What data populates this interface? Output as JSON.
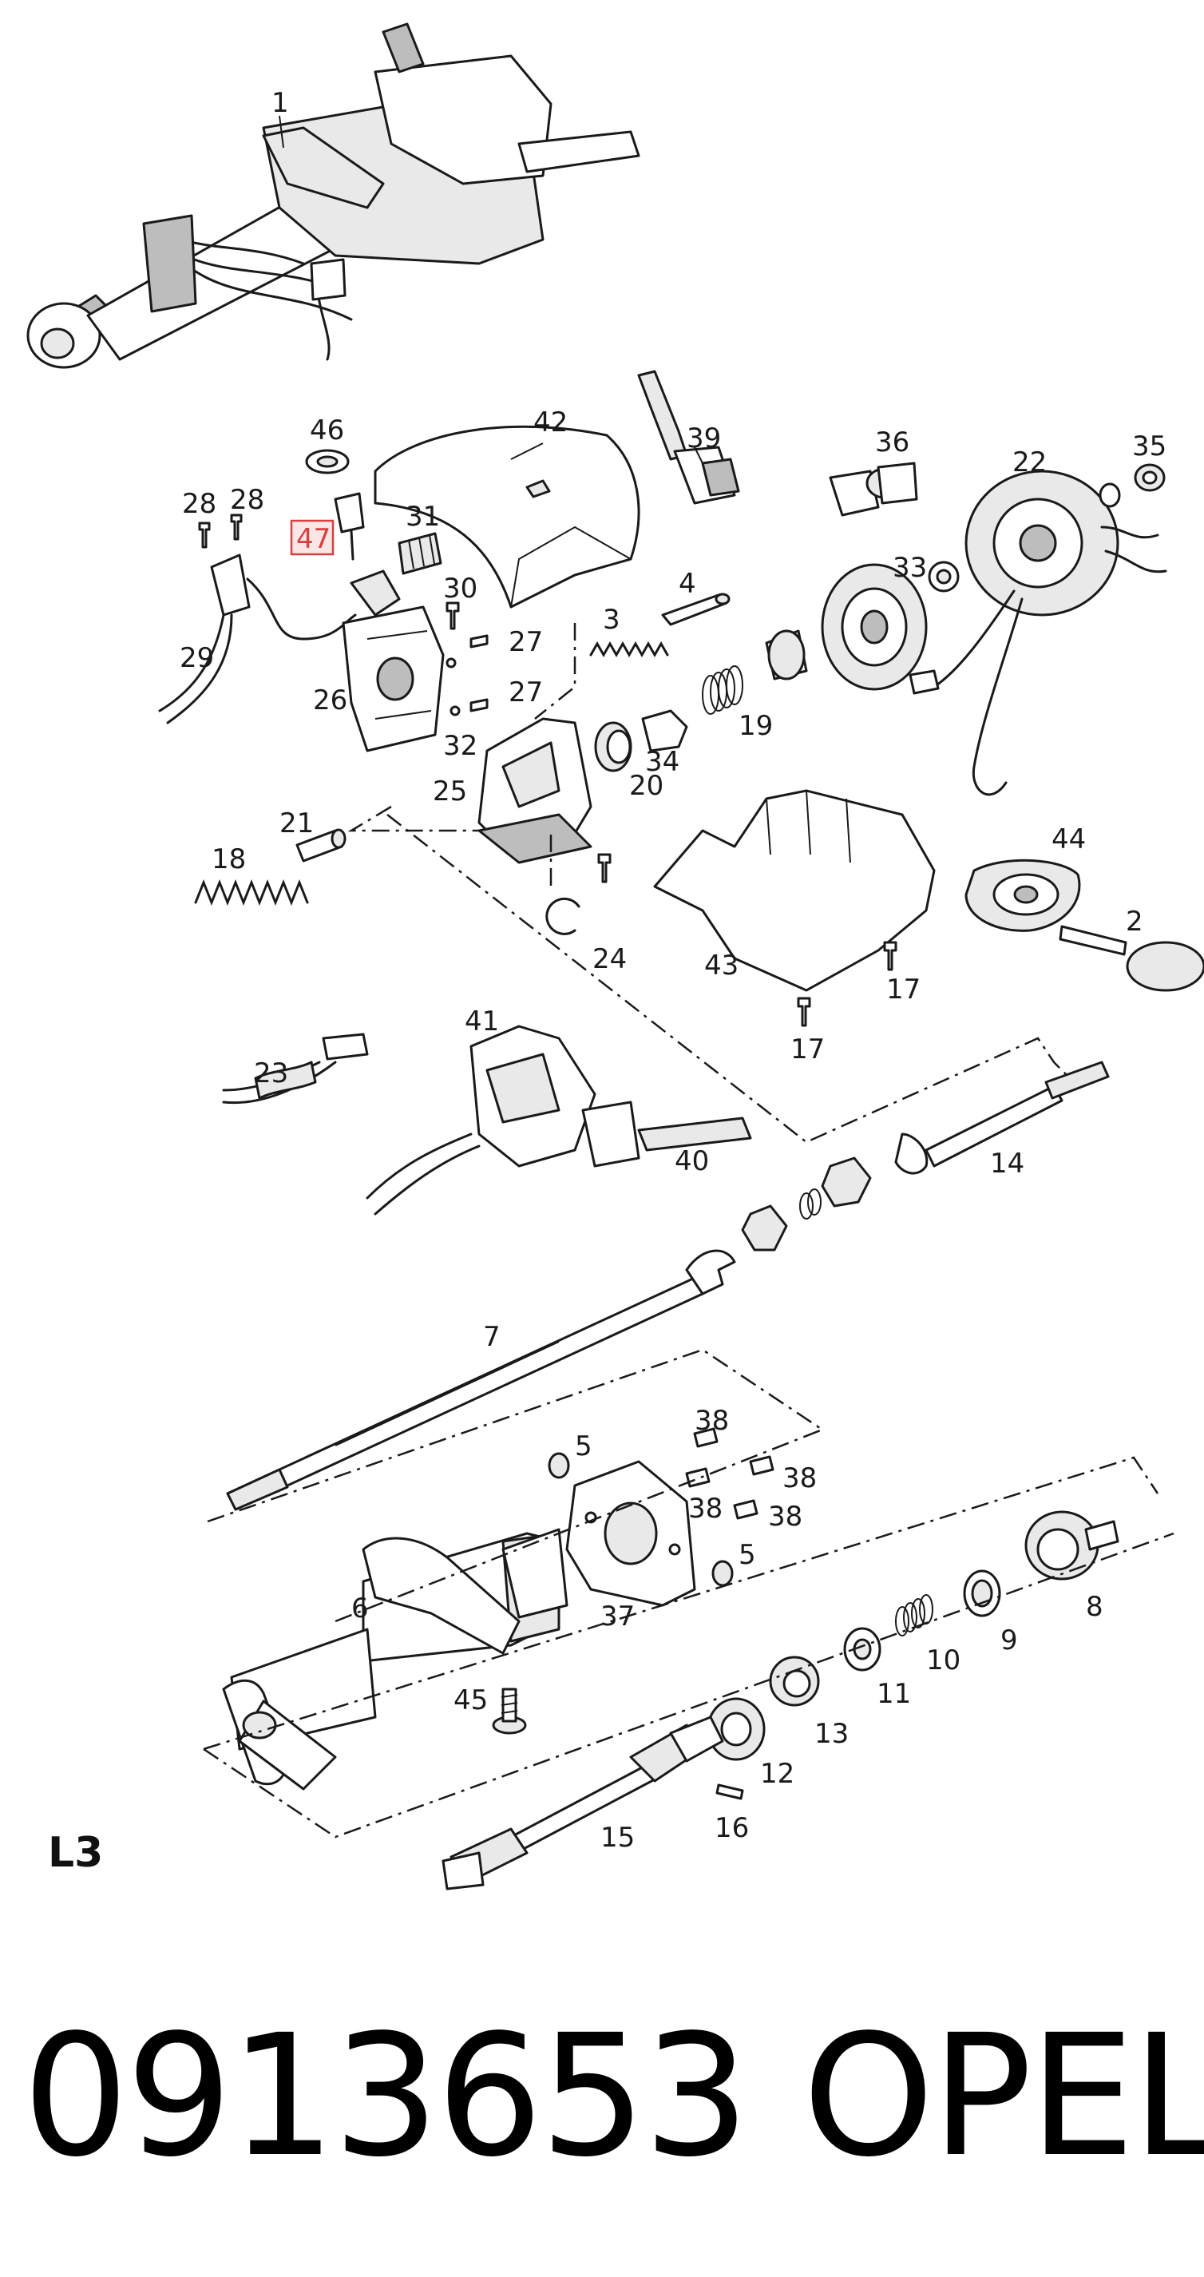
{
  "diagram": {
    "callouts": {
      "c1": "1",
      "c2": "2",
      "c3": "3",
      "c4": "4",
      "c5a": "5",
      "c5b": "5",
      "c6": "6",
      "c7": "7",
      "c8": "8",
      "c9": "9",
      "c10": "10",
      "c11": "11",
      "c12": "12",
      "c13": "13",
      "c14": "14",
      "c15": "15",
      "c16": "16",
      "c17a": "17",
      "c17b": "17",
      "c18": "18",
      "c19": "19",
      "c20": "20",
      "c21": "21",
      "c22": "22",
      "c23": "23",
      "c24": "24",
      "c25": "25",
      "c26": "26",
      "c27a": "27",
      "c27b": "27",
      "c28a": "28",
      "c28b": "28",
      "c29": "29",
      "c30": "30",
      "c31": "31",
      "c32": "32",
      "c33": "33",
      "c34": "34",
      "c35": "35",
      "c36": "36",
      "c37": "37",
      "c38a": "38",
      "c38b": "38",
      "c38c": "38",
      "c38d": "38",
      "c39": "39",
      "c40": "40",
      "c41": "41",
      "c42": "42",
      "c43": "43",
      "c44": "44",
      "c45": "45",
      "c46": "46",
      "c47": "47"
    },
    "highlighted_callout": "47",
    "highlight_color": "#d64040"
  },
  "section_code": "L3",
  "footer": {
    "part_number": "0913653",
    "brand": "OPEL"
  }
}
